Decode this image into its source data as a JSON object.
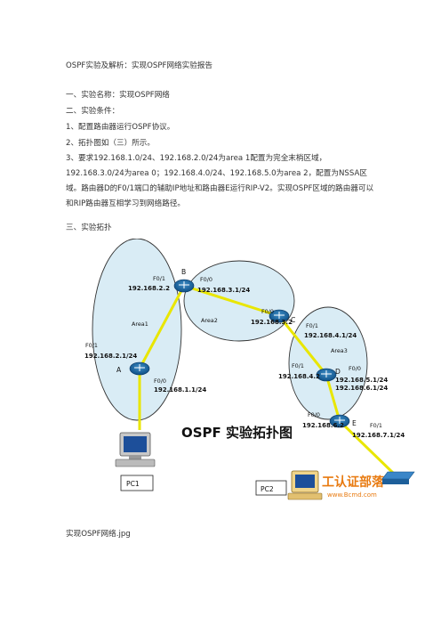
{
  "doc": {
    "title": "OSPF实验及解析：实现OSPF网络实验报告",
    "sec1": "一、实验名称：实现OSPF网络",
    "sec2": "二、实验条件：",
    "item1": "1、配置路由器运行OSPF协议。",
    "item2": "2、拓扑图如（三）所示。",
    "item3": "3、要求192.168.1.0/24、192.168.2.0/24为area 1配置为完全末梢区域，192.168.3.0/24为area 0；192.168.4.0/24、192.168.5.0为area 2，配置为NSSA区域。路由器D的F0/1端口的辅助IP地址和路由器E运行RIP-V2。实现OSPF区域的路由器可以和RIP路由器互相学习到网络路径。",
    "sec3": "三、实验拓扑",
    "caption": "实现OSPF网络.jpg"
  },
  "diagram": {
    "heading": "OSPF 实验拓扑图",
    "areas": {
      "a1": "Area1",
      "a2": "Area2",
      "a3": "Area3"
    },
    "routers": {
      "a": "A",
      "b": "B",
      "c": "C",
      "d": "D",
      "e": "E"
    },
    "ports": {
      "b_f01": "F0/1",
      "b_f01_ip": "192.168.2.2",
      "b_f00": "F0/0",
      "b_f00_ip": "192.168.3.1/24",
      "c_f00": "F0/0",
      "c_f00_ip": "192.168.3.2",
      "c_f01": "F0/1",
      "c_f01_ip": "192.168.4.1/24",
      "a_f01": "F0/1",
      "a_f01_ip": "192.168.2.1/24",
      "a_f00": "F0/0",
      "a_f00_ip": "192.168.1.1/24",
      "d_f01": "F0/1",
      "d_f01_ip": "192.168.4.2",
      "d_f00": "F0/0",
      "d_f00_ip1": "192.168.5.1/24",
      "d_f00_ip2": "192.168.6.1/24",
      "e_f00": "F0/0",
      "e_f00_ip": "192.168.6.2",
      "e_f01": "F0/1",
      "e_f01_ip": "192.168.7.1/24"
    },
    "pc1": "PC1",
    "pc2": "PC2",
    "watermark": {
      "line1": "工认证部落",
      "line2": "www.Bcmd.com"
    }
  }
}
